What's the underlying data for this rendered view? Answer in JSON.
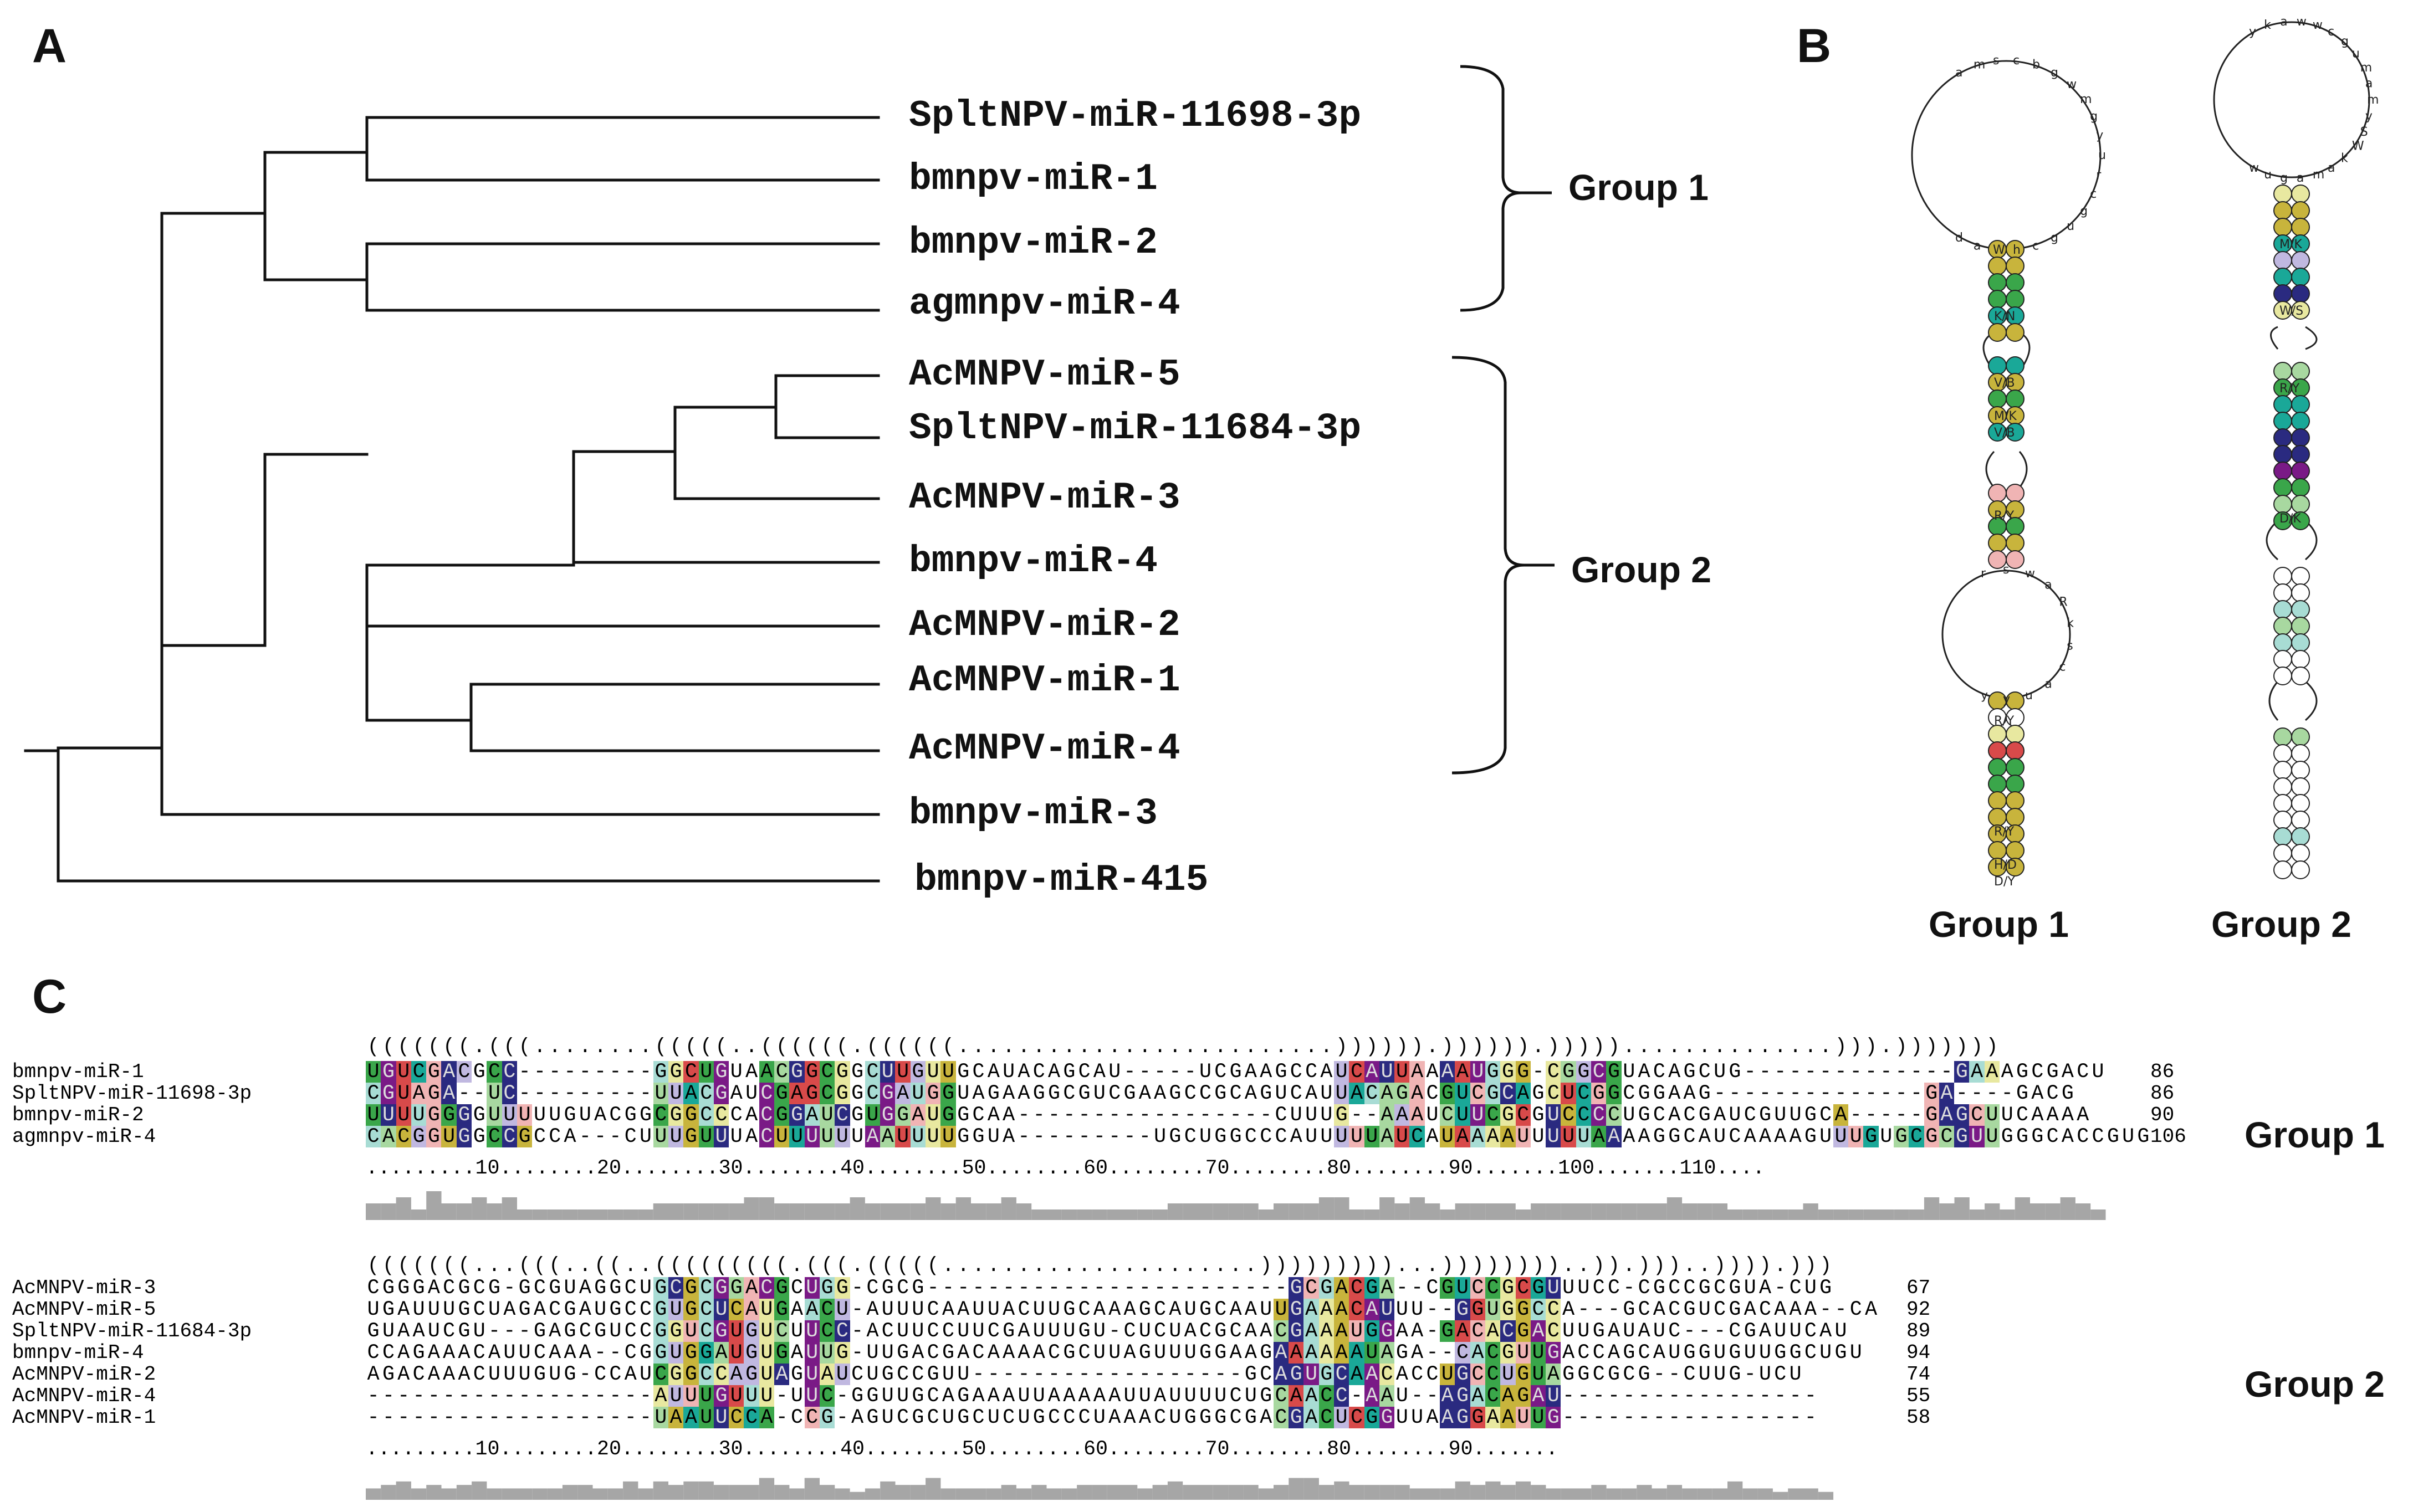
{
  "panels": {
    "a": "A",
    "b": "B",
    "c": "C"
  },
  "tree": {
    "leaves": [
      "SpltNPV-miR-11698-3p",
      "bmnpv-miR-1",
      "bmnpv-miR-2",
      "agmnpv-miR-4",
      "AcMNPV-miR-5",
      "SpltNPV-miR-11684-3p",
      "AcMNPV-miR-3",
      "bmnpv-miR-4",
      "AcMNPV-miR-2",
      "AcMNPV-miR-1",
      "AcMNPV-miR-4",
      "bmnpv-miR-3",
      "bmnpv-miR-415"
    ],
    "group1": "Group 1",
    "group2": "Group 2"
  },
  "structures": {
    "group1_label": "Group 1",
    "group2_label": "Group 2",
    "group1_loop_top": "a m s c b g w m g y u r c g u g c h W a d",
    "group1_loop_bottom": "r s w a R k s c a u y y",
    "group2_loop_top": "y k a w w c g u m a m y S W k a m a g u w",
    "group1_pair_labels": [
      "K/N",
      "V/B",
      "M/K",
      "V/B",
      "R/Y",
      "R/Y",
      "R/Y",
      "H/D",
      "D/Y"
    ],
    "group2_pair_labels": [
      "M/K",
      "W/S",
      "R/Y",
      "D/K"
    ]
  },
  "alignment": {
    "group1": {
      "label": "Group 1",
      "structure": "(((((((.(((........(((((..((((((.((((((.........................)))))).)))))).)))))..............))).)))))))",
      "rows": [
        {
          "name": "bmnpv-miR-1",
          "seq": "UGUCGACGCC---------GGCUGUAACGGCGGCUUGUUGCAUACAGCAU-----UCGAAGCCAUCAUUAAAAUGGG-CGGCGUACAGCUG--------------GAAAGCGACU",
          "len": "86"
        },
        {
          "name": "SpltNPV-miR-11698-3p",
          "seq": "CGUAGA--UC---------UUACGAUCGAGCGGCGAUGGUAGAAGGCGUCGAAGCCGCAGUCAUUACAGACGUCGCAGCUCGGCGGAAG--------------GA----GACG",
          "len": "86"
        },
        {
          "name": "bmnpv-miR-2",
          "seq": "UUUUGGGGUUUUUGUACGGCGGCCCACGGAUCGUGGAUGGCAA-----------------CUUUG--AAAUCUUCGCGUCCCCUGCACGAUCGUUGCA-----GAGCUUCAAAA",
          "len": "90"
        },
        {
          "name": "agmnpv-miR-4",
          "seq": "CACGGUGGCCGCCA---CUUUGUUUACUUUUUUAAUUUUGGUA---------UGCUGGCCCAUUUUUAUCAUAAAAUUUUUAAAAGGCAUCAAAAGUUUGUGCGCGUUGGGCACCGUG",
          "len": "106"
        }
      ],
      "ruler": ".........10........20........30........40........50........60........70........80........90.......100.......110...."
    },
    "group2": {
      "label": "Group 2",
      "structure": "(((((((...(((..((..(((((((((.(((.(((((.....................)))))))))...))))))))..)).)))..)))).)))",
      "rows": [
        {
          "name": "AcMNPV-miR-3",
          "seq": "CGGGACGCG-GCGUAGGCUGCGCGGACGCUGG-CGCG------------------------GCGACGA--CGUCCGCGUUUCC-CGCCGCGUA-CUG",
          "len": "67"
        },
        {
          "name": "AcMNPV-miR-5",
          "seq": "UGAUUUGCUAGACGAUGCCGUGCUCAUGAACU-AUUUCAAUUACUUGCAAAGCAUGCAAUUGAAACAUUU--GGUGGCCA---GCACGUCGACAAA--CA",
          "len": "92"
        },
        {
          "name": "SpltNPV-miR-11684-3p",
          "seq": "GUAAUCGU---GAGCGUCCGGUCGUGUCUUCC-ACUUCCUUCGAUUUGU-CUCUACGCAACGAAAUGGAA-GACACGACUUGAUAUC---CGAUUCAU",
          "len": "89"
        },
        {
          "name": "bmnpv-miR-4",
          "seq": "CCAGAAACAUUCAAA--CGGUGGAUGUGAUUG-UUGACGACAAAACGCUUAGUUUGGAAGAAAAAAUAGA--CACGUUGACCAGCAUGGUGUUGGCUGU",
          "len": "94"
        },
        {
          "name": "AcMNPV-miR-2",
          "seq": "AGACAAACUUUGUG-CCAUCGGCCAGUAGUAUCUGCCGUU------------------GCAGUGCAACACCUGCCUGUAGGCGCG--CUUG-UCU",
          "len": "74"
        },
        {
          "name": "AcMNPV-miR-4",
          "seq": "-------------------AUUUGUUU-UUC-GGUUGCAGAAAUUAAAAAUUAUUUUCUGCAACC-AAU--AGACAGAU-----------------",
          "len": "55"
        },
        {
          "name": "AcMNPV-miR-1",
          "seq": "-------------------UAAUUCCA-CCG-AGUCGCUGCUCUGCCCUAAACUGGGCGACGACUCGGUUAAGGAAUUG-----------------",
          "len": "58"
        }
      ],
      "ruler": ".........10........20........30........40........50........60........70........80........90......."
    }
  },
  "colors": {
    "olive": "#c8b43c",
    "green": "#3aa64a",
    "teal": "#1aa898",
    "navy": "#2a2a80",
    "purple": "#7a1a86",
    "red": "#d84a4a",
    "lightgreen": "#a8d8a0",
    "paleteal": "#a8dcd4",
    "lavender": "#c0b8e0",
    "yellow": "#e8e8a0",
    "pink": "#f0b4b4",
    "conservation": "#a6a6a6"
  }
}
